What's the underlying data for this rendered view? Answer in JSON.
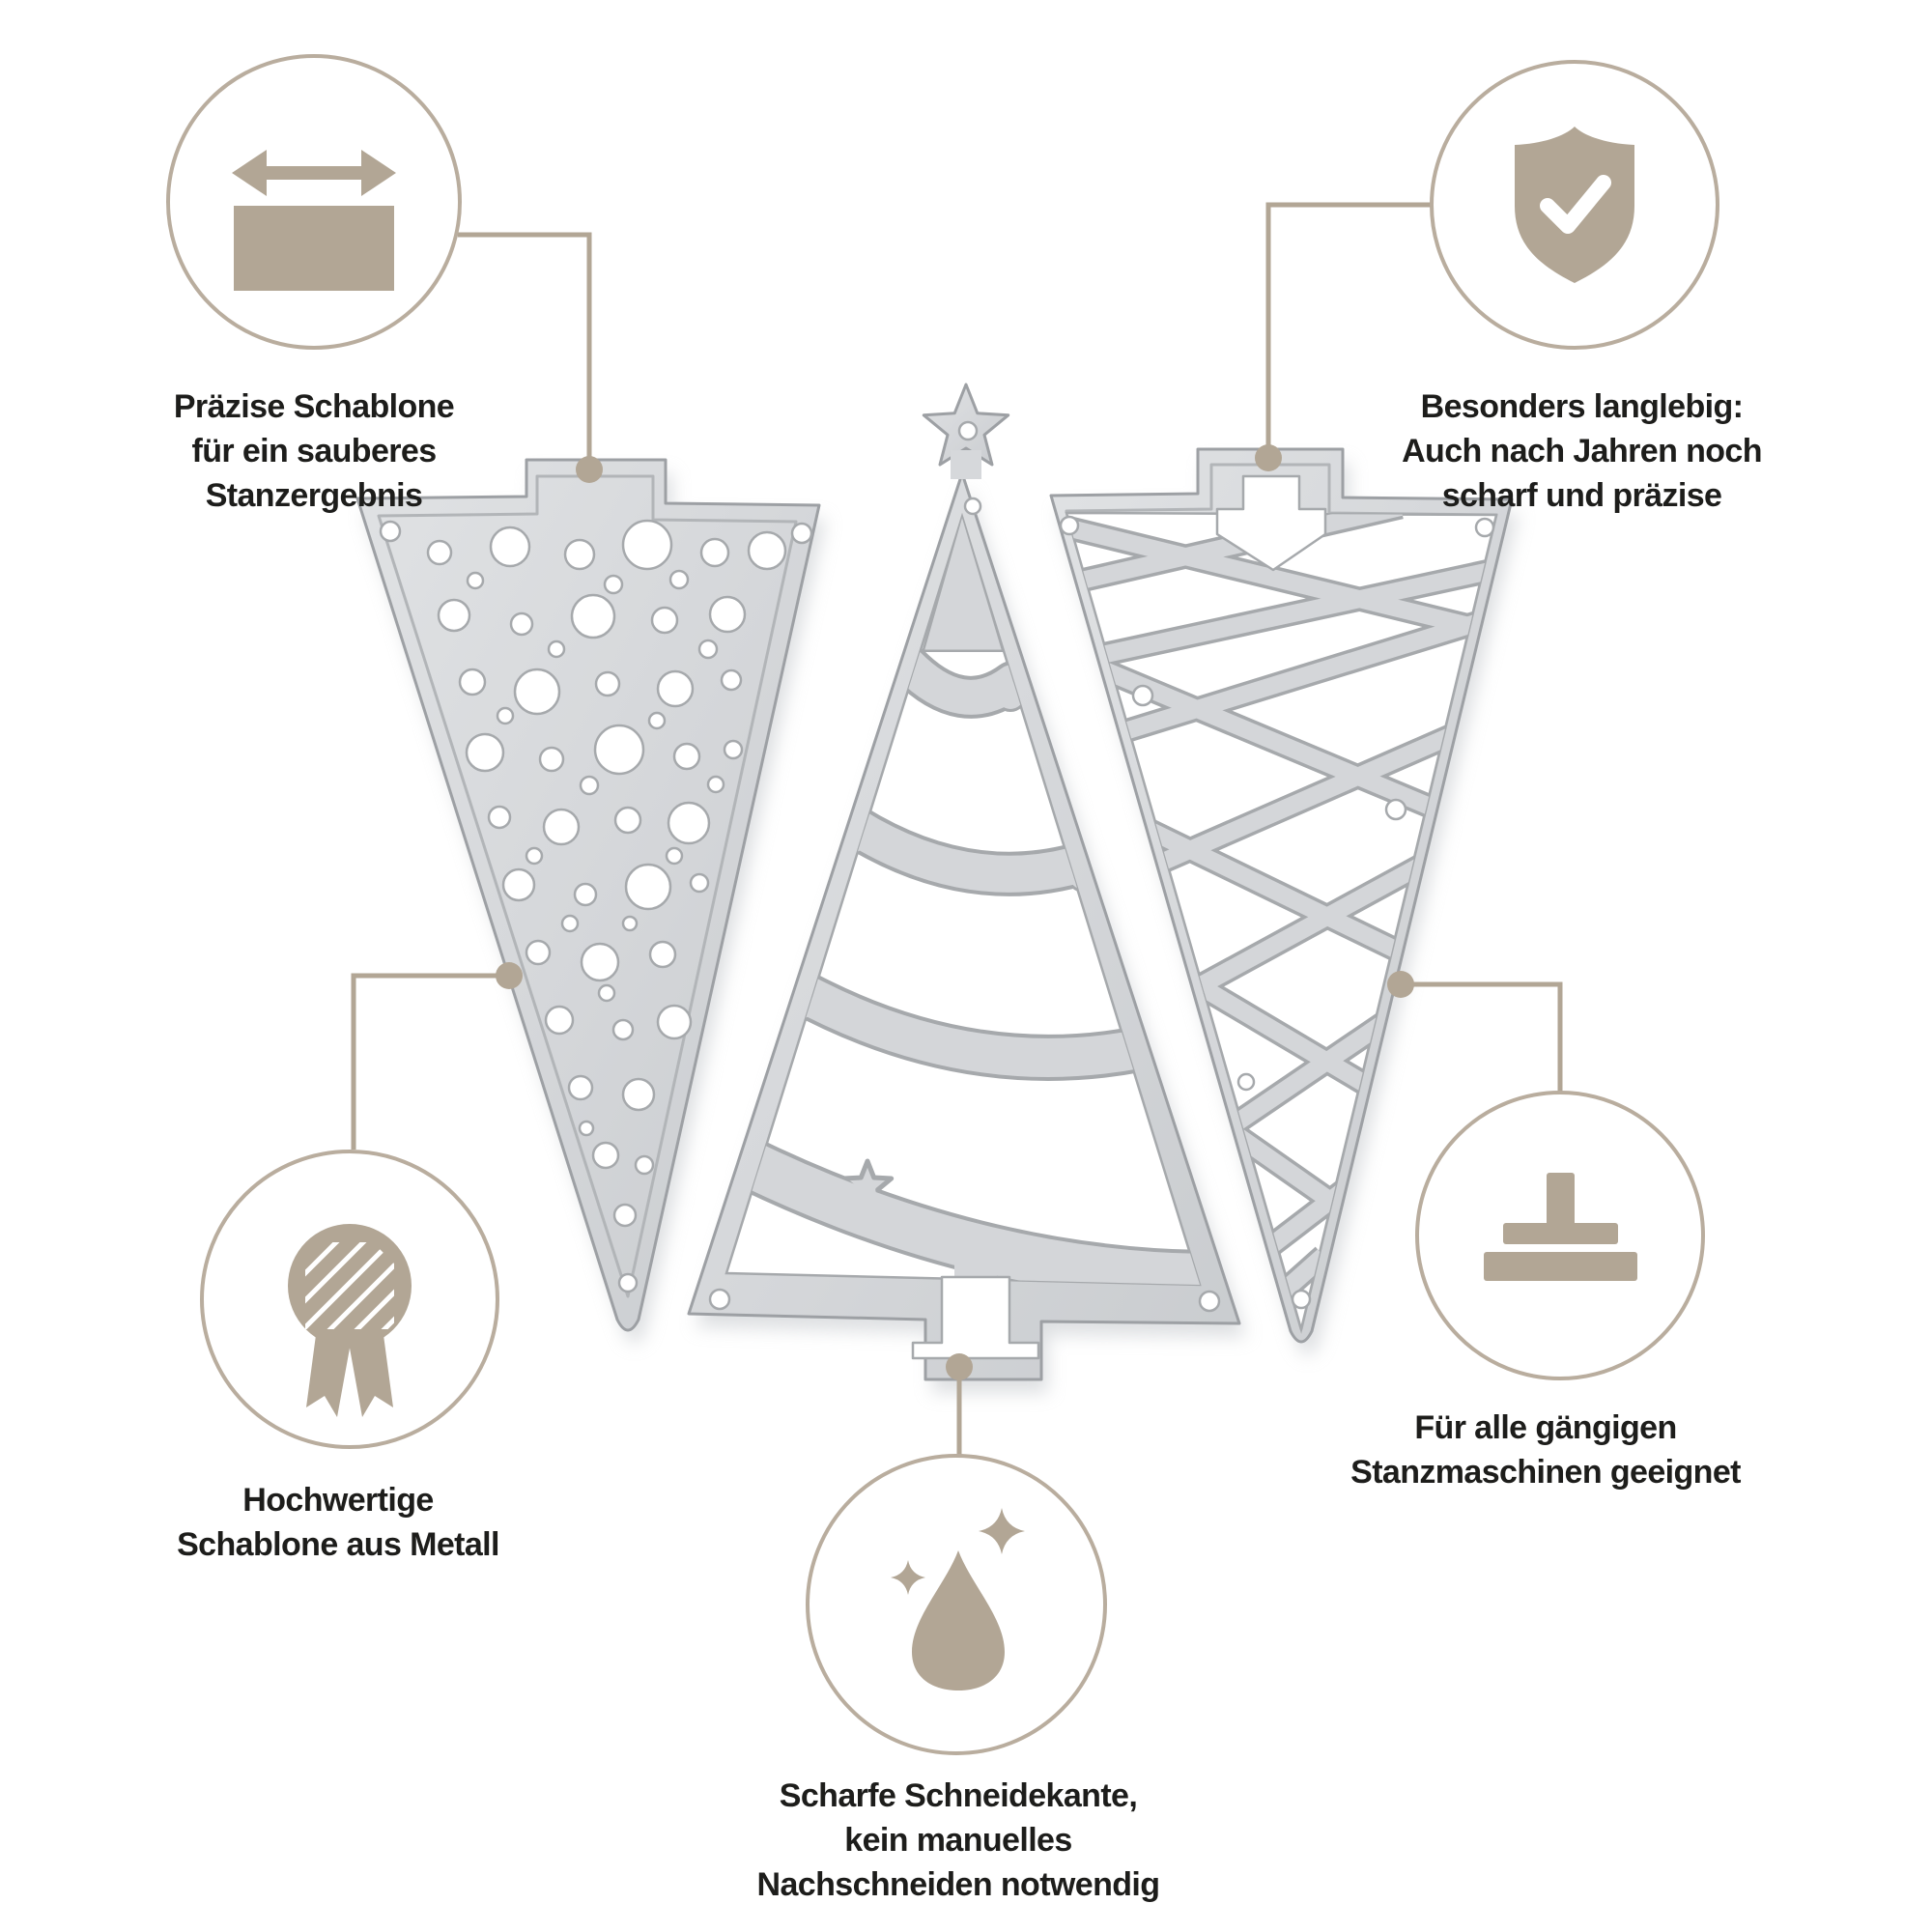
{
  "page": {
    "background": "#ffffff"
  },
  "palette": {
    "accent": "#b2a695",
    "accent_border": "#b9ad9e",
    "text": "#1d1d1b",
    "metal": "#d4d6d9",
    "metal_edge": "#a2a5a9"
  },
  "product": {
    "dies": [
      {
        "name": "dots-triangle-die"
      },
      {
        "name": "christmas-tree-die"
      },
      {
        "name": "lines-triangle-die"
      }
    ]
  },
  "features": [
    {
      "id": "precision",
      "icon": "width-arrows-icon",
      "lines": [
        "Präzise Schablone",
        "für ein sauberes",
        "Stanzergebnis"
      ]
    },
    {
      "id": "durability",
      "icon": "shield-check-icon",
      "lines": [
        "Besonders langlebig:",
        "Auch nach Jahren noch",
        "scharf und präzise"
      ]
    },
    {
      "id": "material",
      "icon": "medal-icon",
      "lines": [
        "Hochwertige",
        "Schablone aus Metall"
      ]
    },
    {
      "id": "sharpness",
      "icon": "droplet-sparkles-icon",
      "lines": [
        "Scharfe Schneidekante,",
        "kein manuelles",
        "Nachschneiden notwendig"
      ]
    },
    {
      "id": "compatibility",
      "icon": "die-press-icon",
      "lines": [
        "Für alle gängigen",
        "Stanzmaschinen geeignet"
      ]
    }
  ]
}
